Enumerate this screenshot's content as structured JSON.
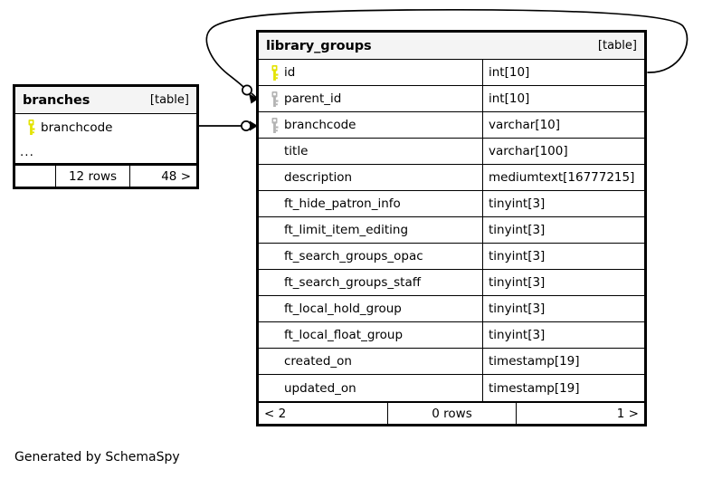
{
  "diagram": {
    "generator_credit": "Generated by SchemaSpy",
    "kind_label": "[table]"
  },
  "tables": {
    "library_groups": {
      "name": "library_groups",
      "kind": "[table]",
      "columns": [
        {
          "key": "primary",
          "name": "id",
          "type": "int[10]"
        },
        {
          "key": "foreign",
          "name": "parent_id",
          "type": "int[10]"
        },
        {
          "key": "foreign",
          "name": "branchcode",
          "type": "varchar[10]"
        },
        {
          "key": "none",
          "name": "title",
          "type": "varchar[100]"
        },
        {
          "key": "none",
          "name": "description",
          "type": "mediumtext[16777215]"
        },
        {
          "key": "none",
          "name": "ft_hide_patron_info",
          "type": "tinyint[3]"
        },
        {
          "key": "none",
          "name": "ft_limit_item_editing",
          "type": "tinyint[3]"
        },
        {
          "key": "none",
          "name": "ft_search_groups_opac",
          "type": "tinyint[3]"
        },
        {
          "key": "none",
          "name": "ft_search_groups_staff",
          "type": "tinyint[3]"
        },
        {
          "key": "none",
          "name": "ft_local_hold_group",
          "type": "tinyint[3]"
        },
        {
          "key": "none",
          "name": "ft_local_float_group",
          "type": "tinyint[3]"
        },
        {
          "key": "none",
          "name": "created_on",
          "type": "timestamp[19]"
        },
        {
          "key": "none",
          "name": "updated_on",
          "type": "timestamp[19]"
        }
      ],
      "footer": {
        "left": "< 2",
        "center": "0 rows",
        "right": "1 >"
      }
    },
    "branches": {
      "name": "branches",
      "kind": "[table]",
      "columns": [
        {
          "key": "primary",
          "name": "branchcode"
        }
      ],
      "more_indicator": "...",
      "footer": {
        "left": "",
        "center": "12 rows",
        "right": "48 >"
      }
    }
  },
  "colors": {
    "primary_key": "#e3e300",
    "foreign_key": "#b3b3b3",
    "border": "#000000",
    "header_bg": "#f4f4f4",
    "row_bg": "#ffffff"
  },
  "relationships": [
    {
      "name": "branches-to-library-groups",
      "from_table": "branches",
      "from_column": "branchcode",
      "to_table": "library_groups",
      "to_column": "branchcode"
    },
    {
      "name": "library-groups-self-parent",
      "from_table": "library_groups",
      "from_column": "id",
      "to_table": "library_groups",
      "to_column": "parent_id"
    }
  ]
}
